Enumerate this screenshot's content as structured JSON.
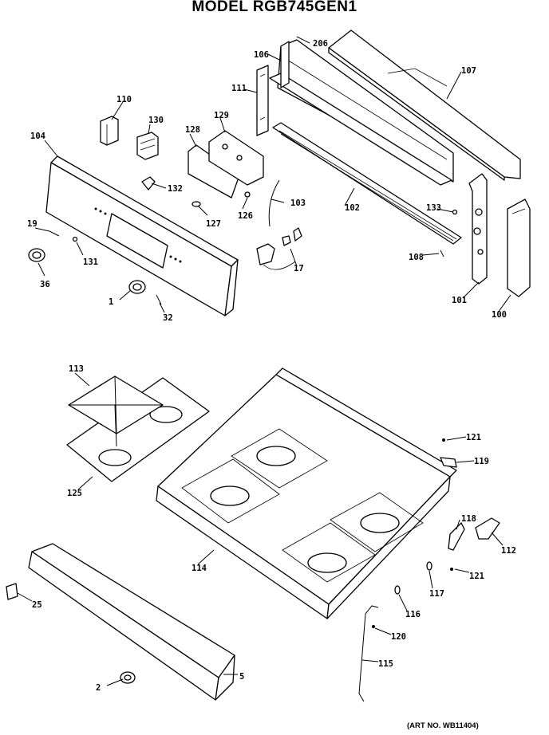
{
  "title": "MODEL RGB745GEN1",
  "art_no": "(ART NO. WB11404)",
  "parts": {
    "p1": "1",
    "p2": "2",
    "p5": "5",
    "p17": "17",
    "p19": "19",
    "p25": "25",
    "p32": "32",
    "p36": "36",
    "p100": "100",
    "p101": "101",
    "p102": "102",
    "p103": "103",
    "p104": "104",
    "p106": "106",
    "p107": "107",
    "p108": "108",
    "p110": "110",
    "p111": "111",
    "p112": "112",
    "p113": "113",
    "p114": "114",
    "p115": "115",
    "p116": "116",
    "p117": "117",
    "p118": "118",
    "p119": "119",
    "p120": "120",
    "p121a": "121",
    "p121b": "121",
    "p125": "125",
    "p126": "126",
    "p127": "127",
    "p128": "128",
    "p129": "129",
    "p130": "130",
    "p131": "131",
    "p132": "132",
    "p133": "133",
    "p206": "206"
  }
}
